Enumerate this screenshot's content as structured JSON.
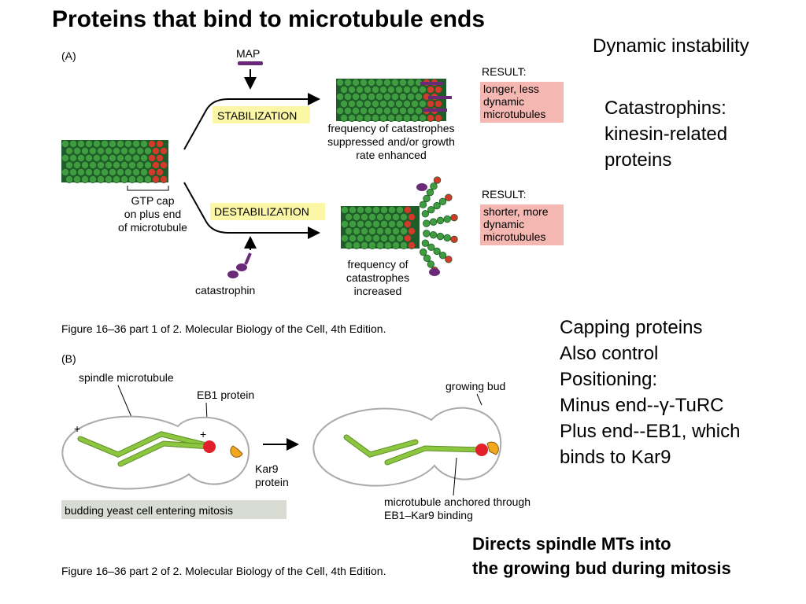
{
  "slide": {
    "title": "Proteins that bind to microtubule ends",
    "notes": {
      "dynamic": "Dynamic instability",
      "catastrophins": [
        "Catastrophins:",
        "kinesin-related",
        "proteins"
      ],
      "capping": [
        "Capping proteins",
        "Also control",
        "Positioning:",
        "Minus end--γ-TuRC",
        "Plus end--EB1, which",
        "binds to Kar9"
      ],
      "directs": [
        "Directs spindle MTs into",
        "the growing bud during mitosis"
      ]
    }
  },
  "figure_a": {
    "panel_label": "(A)",
    "map_label": "MAP",
    "stabilization": "STABILIZATION",
    "destabilization": "DESTABILIZATION",
    "gtp_cap": [
      "GTP cap",
      "on plus end",
      "of microtubule"
    ],
    "stab_effect": [
      "frequency of catastrophes",
      "suppressed and/or growth",
      "rate enhanced"
    ],
    "destab_effect": [
      "frequency of",
      "catastrophes",
      "increased"
    ],
    "result_label": "RESULT:",
    "result_top": [
      "longer, less",
      "dynamic",
      "microtubules"
    ],
    "result_bottom": [
      "shorter, more",
      "dynamic",
      "microtubules"
    ],
    "catastrophin_label": "catastrophin",
    "caption": "Figure 16–36 part 1 of 2. Molecular Biology of the Cell, 4th Edition.",
    "colors": {
      "tubulin_green": "#3f9c3f",
      "gtp_red": "#d23a2a",
      "map_purple": "#6a2a78",
      "stab_yellow": "#fbf7a6",
      "result_pink": "#f4b7b1"
    }
  },
  "figure_b": {
    "panel_label": "(B)",
    "spindle_mt": "spindle microtubule",
    "eb1": "EB1 protein",
    "kar9": [
      "Kar9",
      "protein"
    ],
    "plus": "+",
    "growing_bud": "growing bud",
    "anchored": [
      "microtubule anchored through",
      "EB1–Kar9 binding"
    ],
    "budding": "budding yeast cell entering mitosis",
    "caption": "Figure 16–36 part 2 of 2. Molecular Biology of the Cell, 4th Edition.",
    "colors": {
      "mt_green": "#8cc63f",
      "eb1_red": "#e0202a",
      "kar9_yellow": "#f2a81d",
      "budding_bg": "#d9dcd3"
    }
  }
}
